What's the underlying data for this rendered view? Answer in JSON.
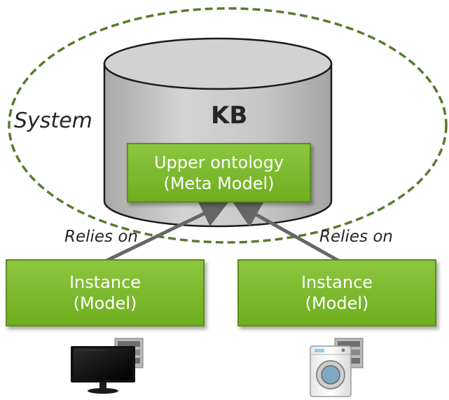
{
  "system": {
    "label": "System",
    "border_color": "#5a7a2e"
  },
  "kb": {
    "label": "KB",
    "fill": "#cccccc"
  },
  "upper_ontology": {
    "line1": "Upper ontology",
    "line2": "(Meta Model)"
  },
  "relations": [
    {
      "label": "Relies on"
    },
    {
      "label": "Relies on"
    }
  ],
  "instances": [
    {
      "line1": "Instance",
      "line2": "(Model)",
      "device_icon": "television-icon"
    },
    {
      "line1": "Instance",
      "line2": "(Model)",
      "device_icon": "washing-machine-icon"
    }
  ],
  "colors": {
    "box_fill": "#7ab92e",
    "box_border": "#5c8f1a",
    "arrow": "#666666"
  }
}
